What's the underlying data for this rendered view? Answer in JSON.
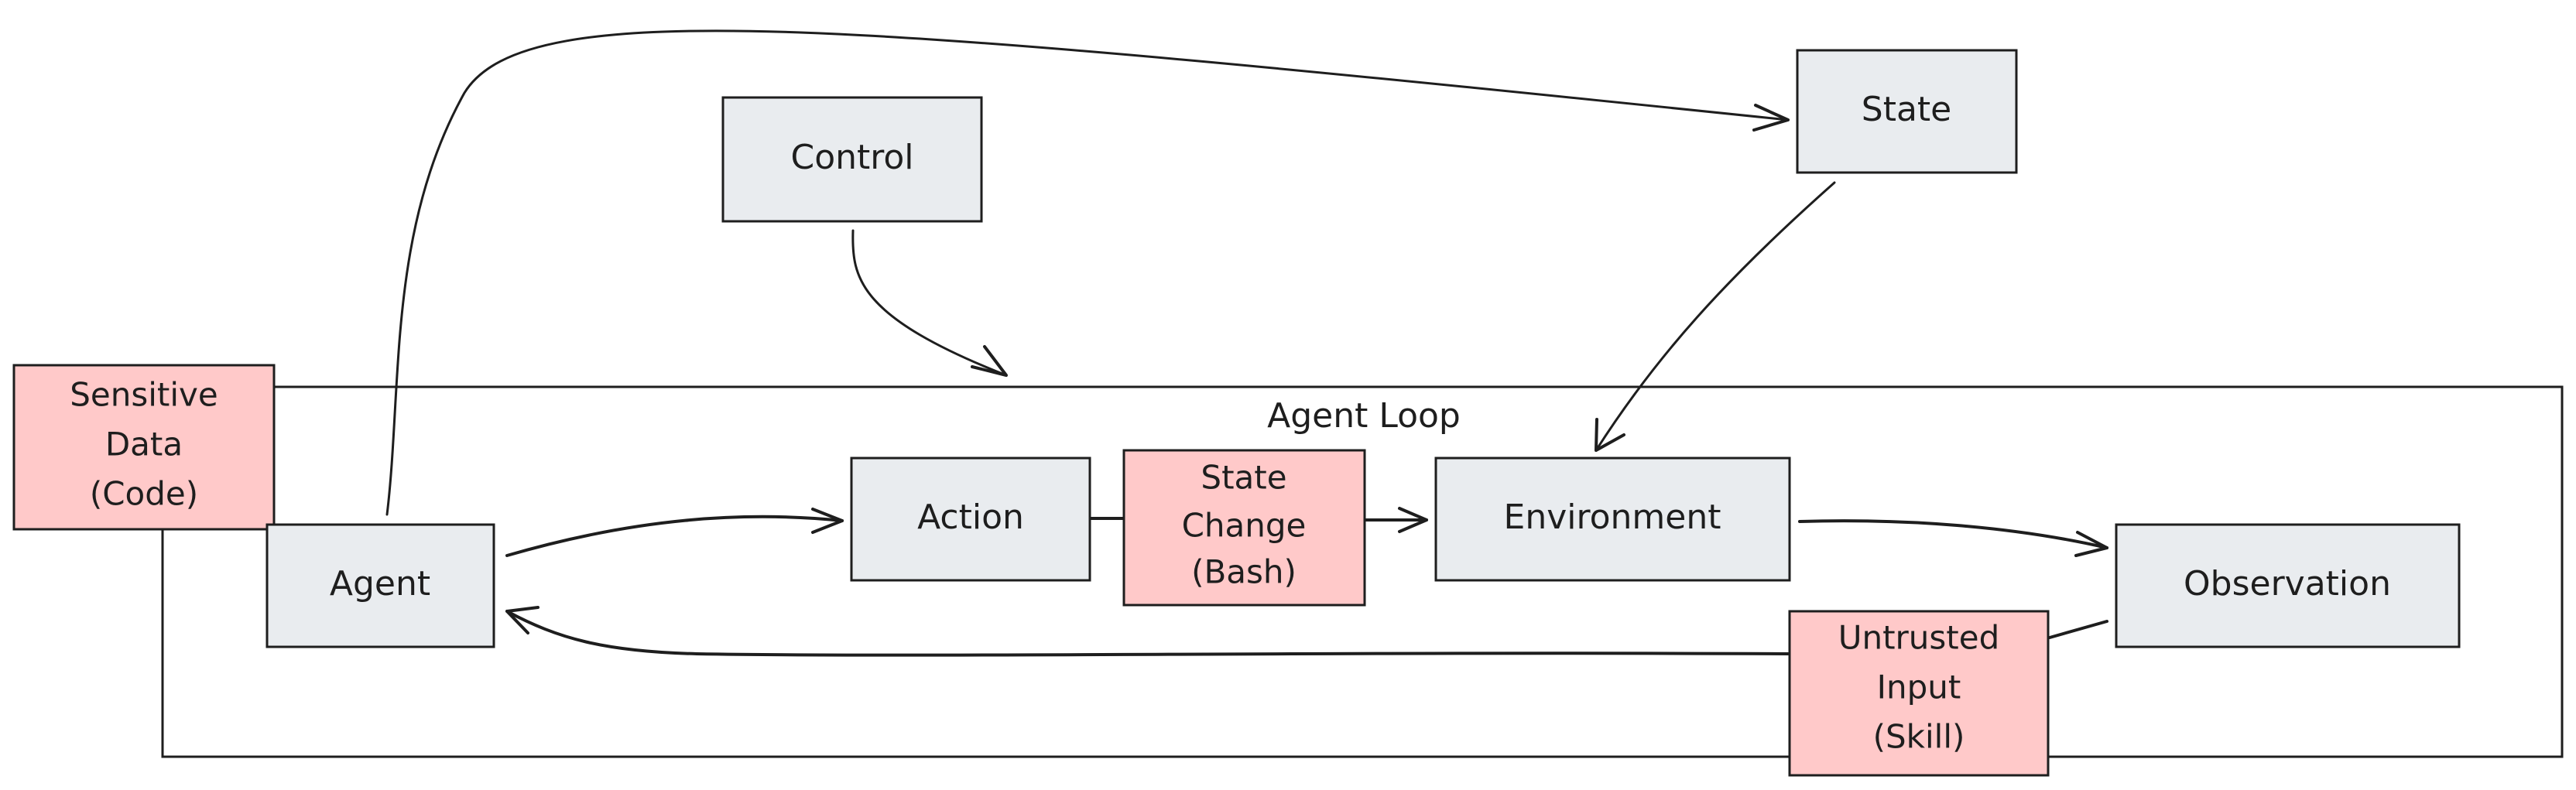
{
  "nodes": {
    "state": {
      "label": "State"
    },
    "control": {
      "label": "Control"
    },
    "sensitive_data": {
      "lines": [
        "Sensitive",
        "Data",
        "(Code)"
      ]
    },
    "agent_loop": {
      "label": "Agent Loop"
    },
    "agent": {
      "label": "Agent"
    },
    "action": {
      "label": "Action"
    },
    "state_change": {
      "lines": [
        "State",
        "Change",
        "(Bash)"
      ]
    },
    "environment": {
      "label": "Environment"
    },
    "observation": {
      "label": "Observation"
    },
    "untrusted_input": {
      "lines": [
        "Untrusted",
        "Input",
        "(Skill)"
      ]
    }
  },
  "colors": {
    "neutral_box": "#e9ecef",
    "risk_box": "#ffc9c9",
    "stroke": "#1e1e1e"
  }
}
